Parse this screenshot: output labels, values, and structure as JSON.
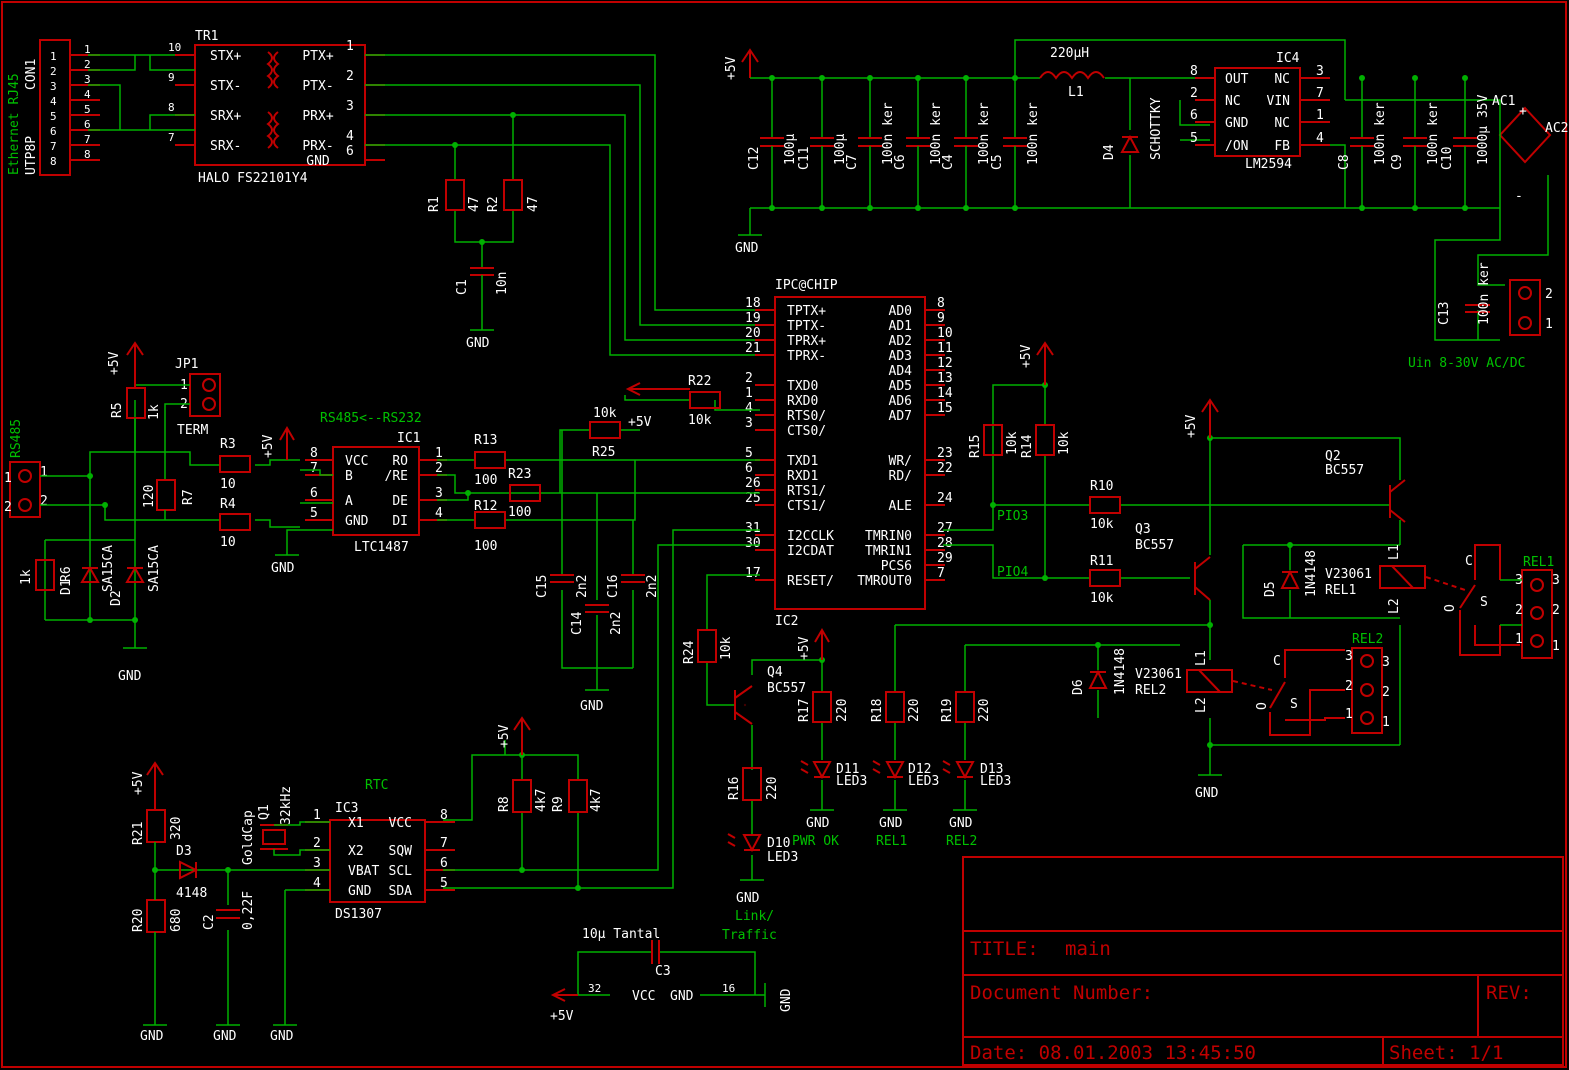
{
  "title_block": {
    "title_label": "TITLE:",
    "title_value": "main",
    "document_label": "Document Number:",
    "rev_label": "REV:",
    "date_text": "Date: 08.01.2003 13:45:50",
    "sheet_text": "Sheet: 1/1"
  },
  "ethernet": {
    "connector": "CON1",
    "vertical_labels": [
      "Ethernet RJ45",
      "UTP8P"
    ],
    "pins": [
      "1",
      "2",
      "3",
      "4",
      "5",
      "6",
      "7",
      "8"
    ],
    "transformer": "TR1",
    "transformer_part": "HALO FS22101Y4",
    "tr_left_pins": [
      "STX+",
      "STX-",
      "SRX+",
      "SRX-"
    ],
    "tr_right_pins": [
      "PTX+",
      "PTX-",
      "PRX+",
      "PRX-",
      "GND"
    ],
    "tr_left_nums": [
      "10",
      "9",
      "8",
      "7"
    ],
    "tr_right_nums": [
      "1",
      "2",
      "3",
      "4",
      "6"
    ]
  },
  "power": {
    "in_label": "+5V",
    "inductor": "L1",
    "inductor_value": "220µH",
    "regulator": "IC4",
    "regulator_part": "LM2594",
    "reg_pins_left": [
      "OUT",
      "NC",
      "GND",
      "/ON"
    ],
    "reg_pins_right": [
      "NC",
      "VIN",
      "NC",
      "FB"
    ],
    "reg_nums_left": [
      "8",
      "2",
      "6",
      "5"
    ],
    "reg_nums_right": [
      "3",
      "7",
      "1",
      "4"
    ],
    "diode": "D4",
    "diode_part": "SCHOTTKY",
    "caps": [
      "C12",
      "C11",
      "C7",
      "C6",
      "C4",
      "C5",
      "C8",
      "C9",
      "C10"
    ],
    "cap_values": [
      "100µ",
      "100µ",
      "100n ker",
      "100n ker",
      "100n ker",
      "100n ker",
      "100n ker",
      "100n ker",
      "1000µ 35V"
    ],
    "gnd": "GND",
    "bridge_labels": [
      "AC1",
      "AC2",
      "+",
      "-"
    ],
    "vin_label": "Uin 8-30V AC/DC",
    "c13": "C13",
    "c13_value": "100n ker"
  },
  "cpu": {
    "name": "IPC@CHIP",
    "ref": "IC2",
    "left_pins": [
      "TPTX+",
      "TPTX-",
      "TPRX+",
      "TPRX-",
      "TXD0",
      "RXD0",
      "RTS0/",
      "CTS0/",
      "TXD1",
      "RXD1",
      "RTS1/",
      "CTS1/",
      "I2CCLK",
      "I2CDAT",
      "RESET/"
    ],
    "left_nums": [
      "18",
      "19",
      "20",
      "21",
      "2",
      "1",
      "4",
      "3",
      "5",
      "6",
      "26",
      "25",
      "31",
      "30",
      "17"
    ],
    "right_pins": [
      "AD0",
      "AD1",
      "AD2",
      "AD3",
      "AD4",
      "AD5",
      "AD6",
      "AD7",
      "WR/",
      "RD/",
      "ALE",
      "TMRIN0",
      "TMRIN1",
      "PCS6",
      "TMROUT0"
    ],
    "right_nums": [
      "8",
      "9",
      "10",
      "11",
      "12",
      "13",
      "14",
      "15",
      "23",
      "22",
      "24",
      "27",
      "28",
      "29",
      "7"
    ]
  },
  "rs485": {
    "connector_label": "RS485",
    "jumper": "JP1",
    "jumper_label": "TERM",
    "ic": "IC1",
    "ic_part": "LTC1487",
    "ic_left": [
      "VCC",
      "B",
      "A",
      "GND"
    ],
    "ic_right": [
      "RO",
      "/RE",
      "DE",
      "DI"
    ],
    "ic_left_nums": [
      "8",
      "7",
      "6",
      "5"
    ],
    "ic_right_nums": [
      "1",
      "2",
      "3",
      "4"
    ],
    "header": "RS485<--RS232",
    "resistors": [
      "R5",
      "R3",
      "R4",
      "R7",
      "R6",
      "R13",
      "R23",
      "R12",
      "R22",
      "R25"
    ],
    "resistor_values": [
      "1k",
      "10",
      "10",
      "120",
      "1k",
      "100",
      "100",
      "100",
      "10k",
      "10k"
    ],
    "diodes": [
      "D1",
      "D2"
    ],
    "diode_part": "SA15CA",
    "caps": [
      "C15",
      "C14",
      "C16"
    ],
    "cap_value": "2n2"
  },
  "rtc": {
    "label": "RTC",
    "ic": "IC3",
    "ic_part": "DS1307",
    "left": [
      "X1",
      "X2",
      "VBAT",
      "GND"
    ],
    "right": [
      "VCC",
      "SQW",
      "SCL",
      "SDA"
    ],
    "left_nums": [
      "1",
      "2",
      "3",
      "4"
    ],
    "right_nums": [
      "8",
      "7",
      "6",
      "5"
    ],
    "crystal": "Q1",
    "crystal_value": "32kHz",
    "r21": "R21",
    "r21_val": "320",
    "r20": "R20",
    "r20_val": "680",
    "d3": "D3",
    "d3_val": "4148",
    "c2": "C2",
    "c2_val": "0,22F",
    "goldcap": "GoldCap",
    "r8": "R8",
    "r9": "R9",
    "pullup": "4k7"
  },
  "relays": {
    "pio3": "PIO3",
    "pio4": "PIO4",
    "r15": "R15",
    "r14": "R14",
    "r10": "R10",
    "r11": "R11",
    "val10k": "10k",
    "q2": "Q2",
    "q3": "Q3",
    "q_part": "BC557",
    "d5": "D5",
    "d6": "D6",
    "d_part": "1N4148",
    "rel1": "REL1",
    "rel2": "REL2",
    "relay_part": "V23061",
    "coil": [
      "L1",
      "L2"
    ],
    "contacts": [
      "C",
      "O",
      "S"
    ]
  },
  "leds": {
    "r24": "R24",
    "r24_val": "10k",
    "q4": "Q4",
    "q4_part": "BC557",
    "r16": "R16",
    "r17": "R17",
    "r18": "R18",
    "r19": "R19",
    "rval": "220",
    "d10": "D10",
    "d11": "D11",
    "d12": "D12",
    "d13": "D13",
    "led": "LED3",
    "labels": [
      "Link/",
      "Traffic",
      "PWR OK",
      "REL1",
      "REL2"
    ]
  },
  "bottom": {
    "c3": "C3",
    "c3_val": "10µ Tantal",
    "vcc": "VCC",
    "gnd": "GND",
    "pin32": "32",
    "pin16": "16",
    "p5v": "+5V",
    "r1": "R1",
    "r2": "R2",
    "r_val": "47",
    "c1": "C1",
    "c1_val": "10n"
  }
}
